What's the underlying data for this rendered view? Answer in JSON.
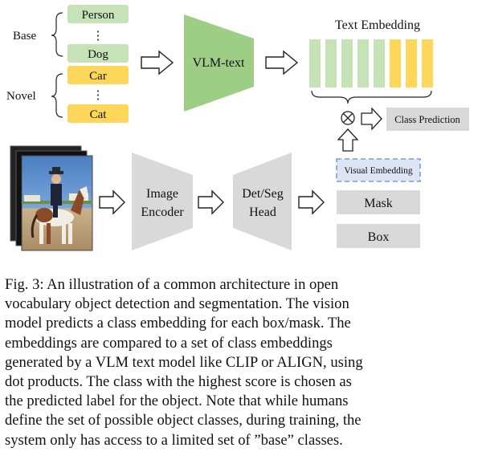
{
  "diagram": {
    "groups": {
      "base": "Base",
      "novel": "Novel"
    },
    "classes": {
      "person": "Person",
      "dog": "Dog",
      "car": "Car",
      "cat": "Cat",
      "ellipsis": "⋮"
    },
    "vlm_text": "VLM-text",
    "text_embedding": "Text Embedding",
    "dot_product_symbol": "⊗",
    "class_prediction": "Class Prediction",
    "image_encoder": [
      "Image",
      "Encoder"
    ],
    "det_seg_head": [
      "Det/Seg",
      "Head"
    ],
    "visual_embedding": "Visual Embedding",
    "mask": "Mask",
    "box": "Box",
    "colors": {
      "base_fill": "#c5e3b6",
      "novel_fill": "#fdd65a",
      "green_trapezoid": "#9ecd86",
      "gray_block": "#d9d9d9",
      "dashed_fill": "#dde4f3",
      "dashed_stroke": "#7b9bd3"
    },
    "embedding_slots": {
      "base_count": 5,
      "novel_count": 3
    }
  },
  "caption": [
    "Fig. 3: An illustration of a common architecture in open",
    "vocabulary object detection and segmentation. The vision",
    "model predicts a class embedding for each box/mask. The",
    "embeddings are compared to a set of class embeddings",
    "generated by a VLM text model like CLIP or ALIGN, using",
    "dot products. The class with the highest score is chosen as",
    "the predicted label for the object. Note that while humans",
    "define the set of possible object classes, during training, the",
    "system only has access to a limited set of ”base” classes."
  ]
}
